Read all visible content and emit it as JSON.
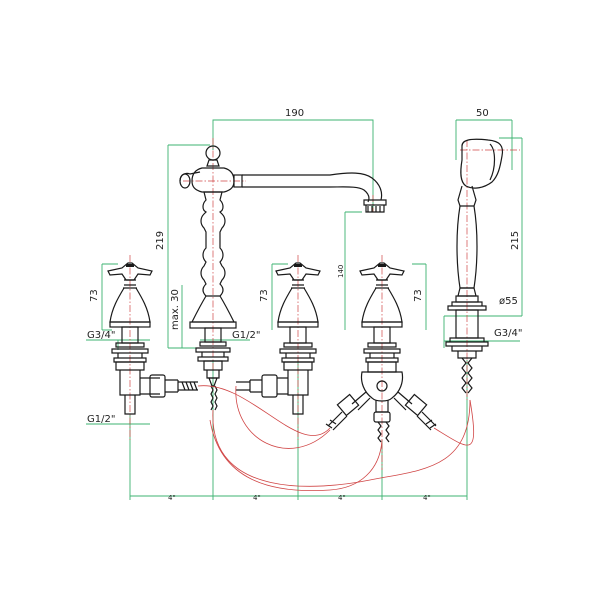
{
  "dimensions": {
    "spout_reach": "190",
    "handshower_width": "50",
    "spout_height": "219",
    "handshower_length": "215",
    "tap_handle_left": "73",
    "tap_handle_mid": "73",
    "tap_handle_right": "73",
    "max_deck": "max. 30",
    "spout_rise": "140",
    "left_connection": "G3/4\"",
    "bottom_connection": "G1/2\"",
    "spout_connection": "G1/2\"",
    "handshower_connection": "G3/4\"",
    "hole_diameter": "ø55",
    "spacing_1": "4\"",
    "spacing_2": "4\"",
    "spacing_3": "4\"",
    "spacing_4": "4\""
  },
  "colors": {
    "outline": "#1a1a1a",
    "dimension_line": "#3cb371",
    "center_line": "#d04545"
  }
}
